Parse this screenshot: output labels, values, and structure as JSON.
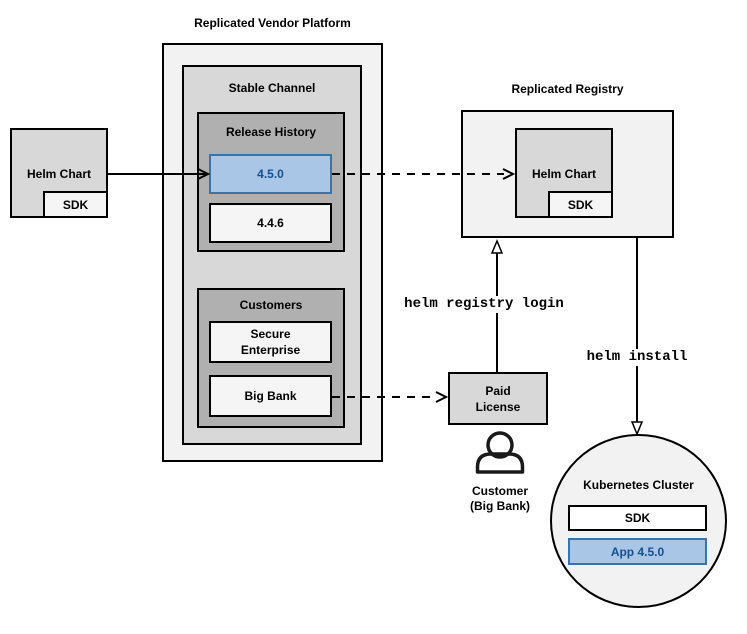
{
  "platform": {
    "title": "Replicated Vendor Platform"
  },
  "stable": {
    "title": "Stable Channel"
  },
  "release_history": {
    "title": "Release History",
    "v450": "4.5.0",
    "v446": "4.4.6"
  },
  "customers": {
    "title": "Customers",
    "secure": "Secure Enterprise",
    "bigbank": "Big Bank"
  },
  "source_chart": {
    "label": "Helm Chart",
    "sdk": "SDK"
  },
  "registry": {
    "title": "Replicated Registry",
    "chart_label": "Helm Chart",
    "sdk": "SDK"
  },
  "license": {
    "label": "Paid License"
  },
  "person": {
    "caption1": "Customer",
    "caption2": "(Big Bank)"
  },
  "cluster": {
    "title": "Kubernetes Cluster",
    "sdk": "SDK",
    "app": "App 4.5.0"
  },
  "commands": {
    "login": "helm registry login",
    "install": "helm install"
  },
  "colors": {
    "highlight_fill": "#A9C6E6",
    "highlight_stroke": "#3674AE",
    "highlight_text": "#15508F",
    "container_light": "#F2F2F2",
    "container_mid": "#D8D8D8",
    "container_dark": "#B0B0B0",
    "box_light": "#F5F5F5",
    "line": "#000000"
  }
}
